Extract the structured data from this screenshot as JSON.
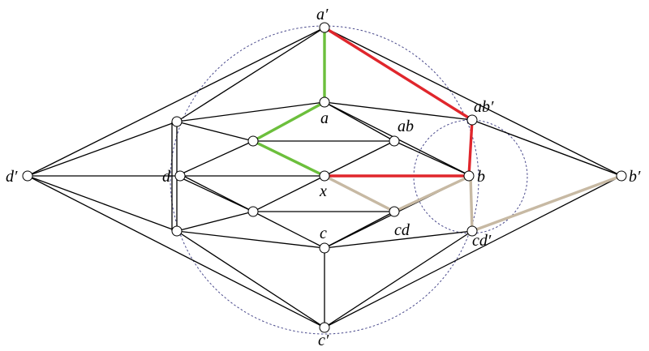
{
  "colors": {
    "edge": "#000000",
    "green_path": "#6cbf3c",
    "red_path": "#e0262c",
    "tan_path": "#c7b9a3",
    "guide_circle": "#4a4a8c"
  },
  "nodes": [
    {
      "id": "a_prime",
      "label": "a′"
    },
    {
      "id": "a",
      "label": "a"
    },
    {
      "id": "ab",
      "label": "ab"
    },
    {
      "id": "ab_prime",
      "label": "ab′"
    },
    {
      "id": "d_prime",
      "label": "d′"
    },
    {
      "id": "d",
      "label": "d"
    },
    {
      "id": "x",
      "label": "x"
    },
    {
      "id": "b",
      "label": "b"
    },
    {
      "id": "b_prime",
      "label": "b′"
    },
    {
      "id": "c",
      "label": "c"
    },
    {
      "id": "cd",
      "label": "cd"
    },
    {
      "id": "cd_prime",
      "label": "cd′"
    },
    {
      "id": "c_prime",
      "label": "c′"
    }
  ]
}
